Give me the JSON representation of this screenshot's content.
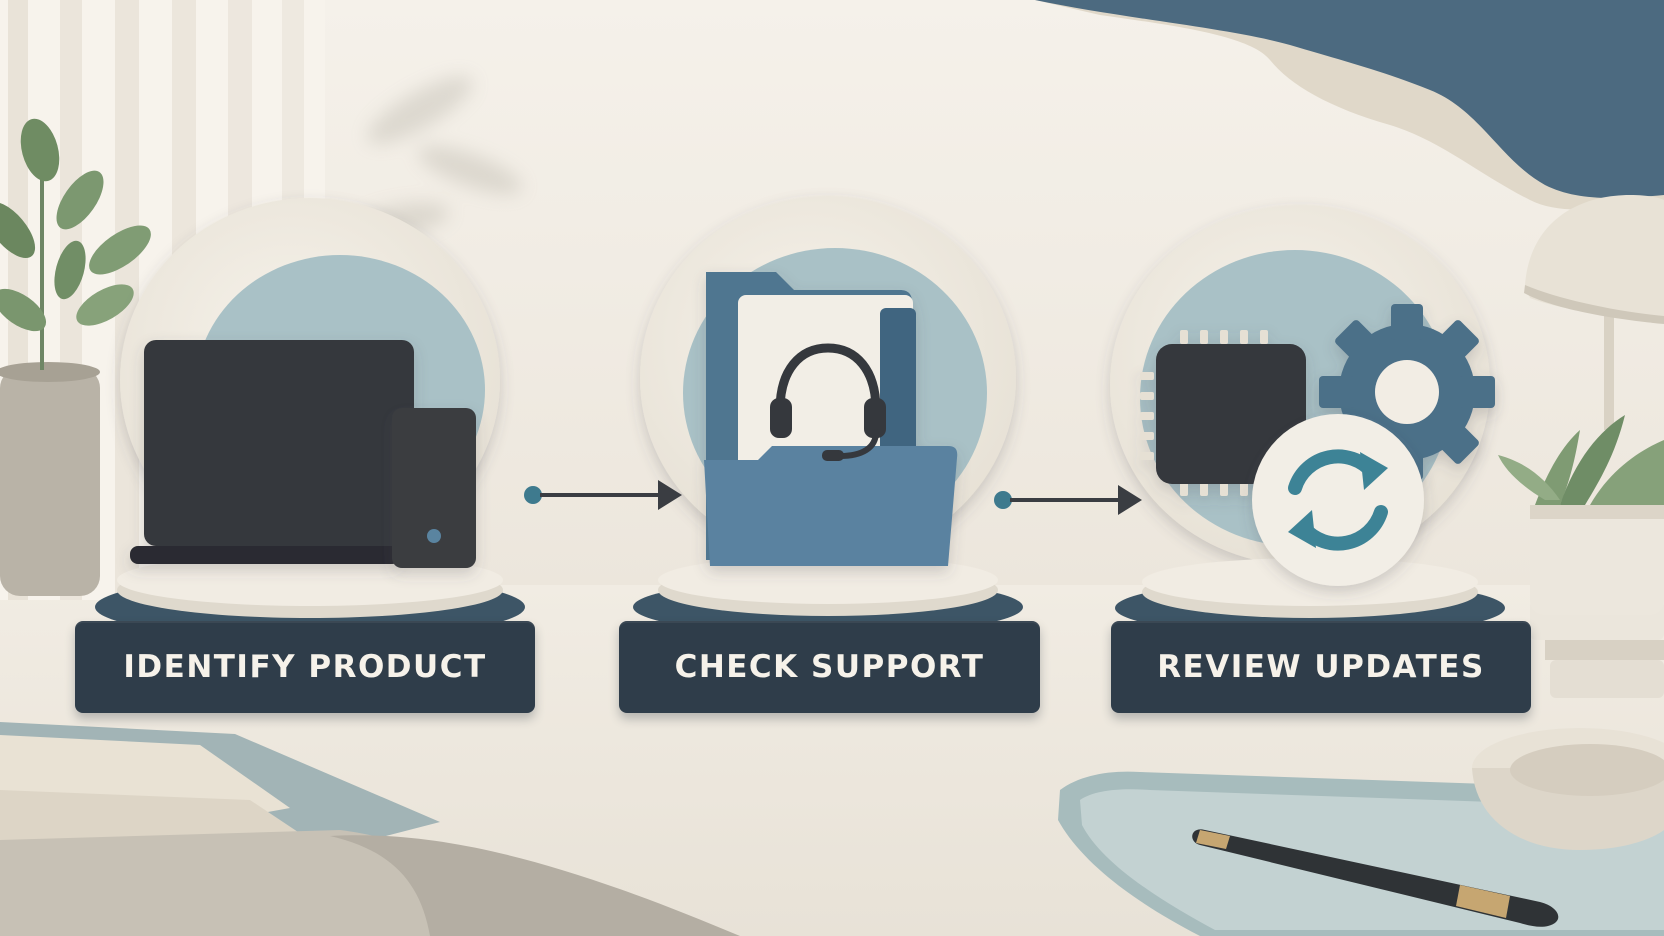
{
  "colors": {
    "background": "#f3eee5",
    "navy": "#2f3d4a",
    "slate_blue": "#4f7690",
    "light_teal": "#a9c1c6",
    "cream": "#ece6da",
    "charcoal": "#35373c",
    "accent_teal": "#3e8396"
  },
  "steps": [
    {
      "label": "IDENTIFY PRODUCT",
      "icons": [
        "laptop-icon",
        "phone-icon"
      ]
    },
    {
      "label": "CHECK SUPPORT",
      "icons": [
        "folder-icon",
        "headset-icon"
      ]
    },
    {
      "label": "REVIEW UPDATES",
      "icons": [
        "chip-icon",
        "gear-icon",
        "refresh-icon"
      ]
    }
  ]
}
